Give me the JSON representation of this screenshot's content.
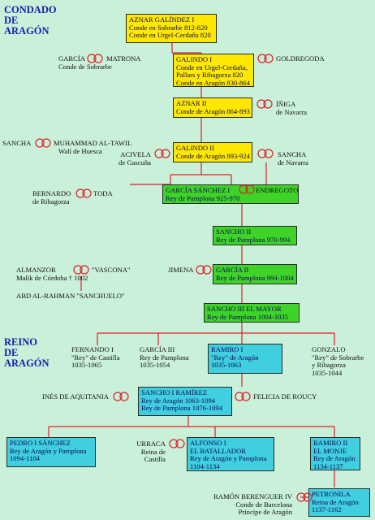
{
  "headers": {
    "condado": [
      "CONDADO",
      "DE",
      "ARAGÓN"
    ],
    "reino": [
      "REINO",
      "DE",
      "ARAGÓN"
    ]
  },
  "rulers": [
    {
      "id": "aznar1",
      "color": "yellow",
      "lines": [
        "AZNAR GALÍNDEZ I",
        "Conde en Sobrarbe 812-820",
        "Conde en Urgel-Cerdaña 820"
      ]
    },
    {
      "id": "galindo1",
      "color": "yellow",
      "lines": [
        "GALINDO I",
        "Conde en Urgel-Cerdaña,",
        "Pallars y Ribagorza 820",
        "Conde en Aragón 830-864"
      ]
    },
    {
      "id": "aznar2",
      "color": "yellow",
      "lines": [
        "AZNAR II",
        "Conde de Aragón 864-893"
      ]
    },
    {
      "id": "galindo2",
      "color": "yellow",
      "lines": [
        "GALINDO II",
        "Conde de Aragón 893-924"
      ]
    },
    {
      "id": "garcia1",
      "color": "green",
      "lines": [
        "GARCÍA SÁNCHEZ I",
        "Rey de Pamplona 925-970"
      ]
    },
    {
      "id": "sancho2",
      "color": "green",
      "lines": [
        "SANCHO II",
        "Rey de Pamplona 970-994"
      ]
    },
    {
      "id": "garcia2",
      "color": "green",
      "lines": [
        "GARCÍA II",
        "Rey de Pamplona 994-1004"
      ]
    },
    {
      "id": "sancho3",
      "color": "green",
      "lines": [
        "SANCHO III EL MAYOR",
        "Rey de Pamplona 1004-1035"
      ]
    },
    {
      "id": "ramiro1",
      "color": "cyan",
      "lines": [
        "RAMIRO I",
        "\"Rey\" de Aragón",
        "1035-1063"
      ]
    },
    {
      "id": "sancho_ramirez",
      "color": "cyan",
      "lines": [
        "SANCHO I RAMÍREZ",
        "Rey de Aragón 1063-1094",
        "Rey de Pamplona 1076-1094"
      ]
    },
    {
      "id": "pedro1",
      "color": "cyan",
      "lines": [
        "PEDRO I SÁNCHEZ",
        "Rey de Aragón y Pamplona",
        "1094-1104"
      ]
    },
    {
      "id": "alfonso1",
      "color": "cyan",
      "lines": [
        "ALFONSO I",
        "EL BATALLADOR",
        "Rey de Aragón y Pamplona",
        "1104-1134"
      ]
    },
    {
      "id": "ramiro2",
      "color": "cyan",
      "lines": [
        "RAMIRO II",
        "EL MONJE",
        "Rey de Aragón",
        "1134-1137"
      ]
    },
    {
      "id": "petronila",
      "color": "cyan",
      "lines": [
        "PETRONILA",
        "Reina de Aragón",
        "1137-1162"
      ]
    }
  ],
  "people": [
    {
      "id": "garcia_sobrarbe",
      "lines": [
        "GARCÍA",
        "Conde de Sobrarbe"
      ]
    },
    {
      "id": "matrona",
      "lines": [
        "MATRONA"
      ]
    },
    {
      "id": "goldregoda",
      "lines": [
        "GOLDREGODA"
      ]
    },
    {
      "id": "iniga",
      "lines": [
        "ÍÑIGA",
        "de Navarra"
      ]
    },
    {
      "id": "sancha_huesca",
      "lines": [
        "SANCHA"
      ]
    },
    {
      "id": "muhammad",
      "lines": [
        "MUHAMMAD AL-TAWIL",
        "Walí de Huesca"
      ]
    },
    {
      "id": "acivela",
      "lines": [
        "ACIVELA",
        "de Gascuña"
      ]
    },
    {
      "id": "sancha_navarra",
      "lines": [
        "SANCHA",
        "de Navarra"
      ]
    },
    {
      "id": "bernardo",
      "lines": [
        "BERNARDO",
        "de Ribagorza"
      ]
    },
    {
      "id": "toda",
      "lines": [
        "TODA"
      ]
    },
    {
      "id": "endregoto",
      "lines": [
        "ENDREGOTO"
      ]
    },
    {
      "id": "almanzor",
      "lines": [
        "ALMANZOR",
        "Malik de Córdoba † 1002"
      ]
    },
    {
      "id": "vascona",
      "lines": [
        "\"VASCONA\""
      ]
    },
    {
      "id": "sanchuelo",
      "lines": [
        "ABD AL-RAHMAN \"SANCHUELO\""
      ]
    },
    {
      "id": "jimena",
      "lines": [
        "JIMENA"
      ]
    },
    {
      "id": "fernando1",
      "lines": [
        "FERNANDO I",
        "\"Rey\" de Castilla",
        "1035-1065"
      ]
    },
    {
      "id": "garcia3",
      "lines": [
        "GARCÍA III",
        "Rey de Pamplona",
        "1035-1054"
      ]
    },
    {
      "id": "gonzalo",
      "lines": [
        "GONZALO",
        "\"Rey\" de Sobrarbe",
        "y Ribagorza",
        "1035-1044"
      ]
    },
    {
      "id": "ines",
      "lines": [
        "INÉS DE AQUITANIA"
      ]
    },
    {
      "id": "felicia",
      "lines": [
        "FELICIA DE ROUCY"
      ]
    },
    {
      "id": "urraca",
      "lines": [
        "URRACA",
        "Reina de",
        "Castilla"
      ]
    },
    {
      "id": "ramon",
      "lines": [
        "RAMÓN BERENGUER IV",
        "Conde de Barcelona",
        "Príncipe de Aragón"
      ]
    }
  ]
}
